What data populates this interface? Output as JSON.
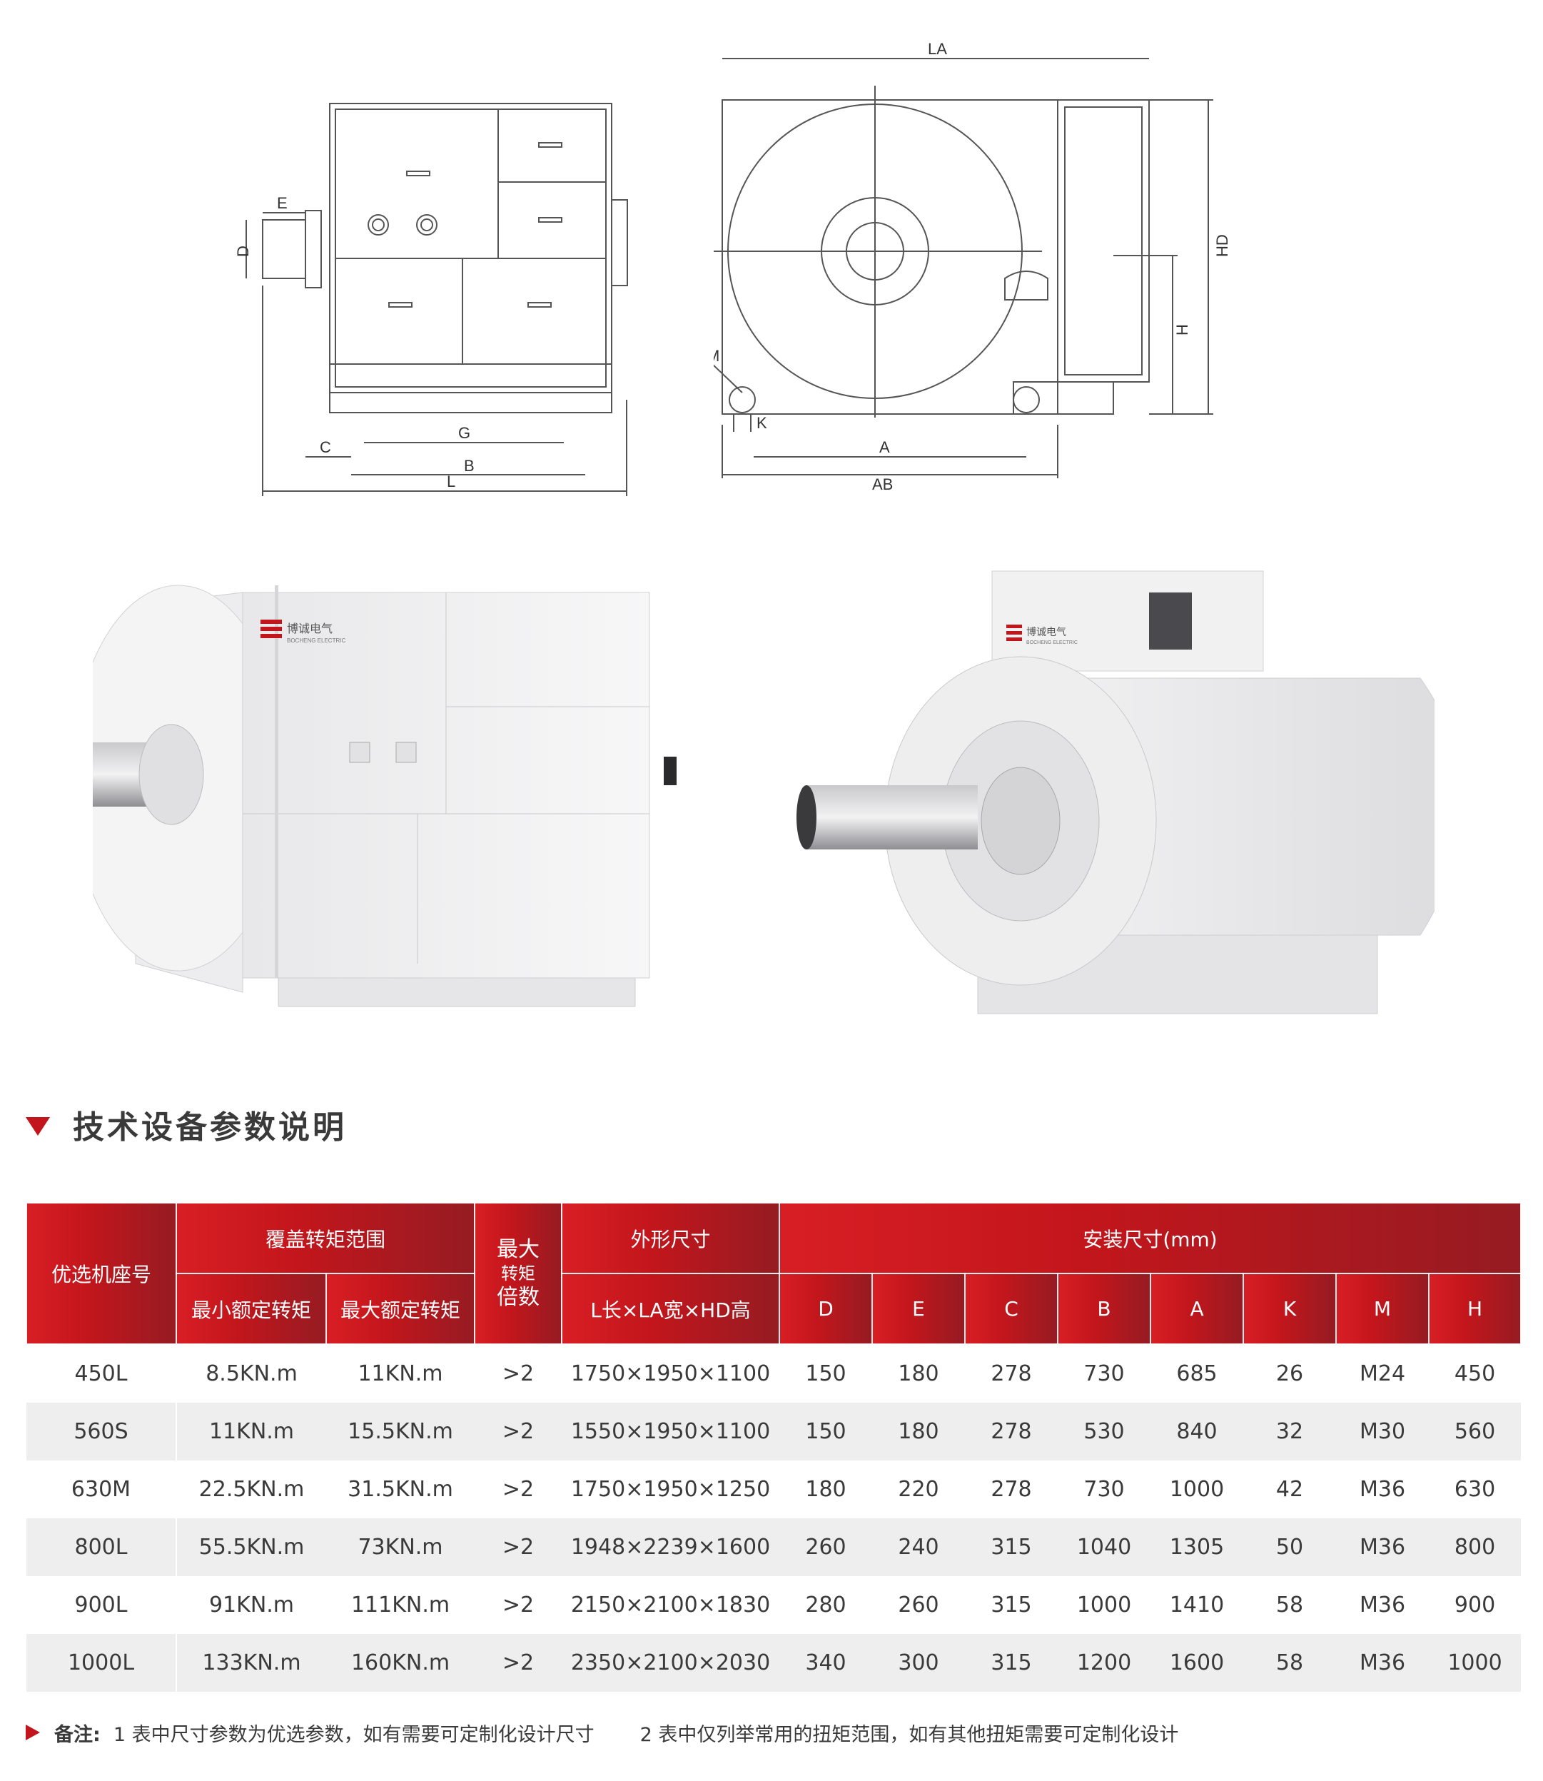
{
  "drawings": {
    "side_labels": {
      "E": "E",
      "D": "D",
      "C": "C",
      "G": "G",
      "B": "B",
      "L": "L"
    },
    "front_labels": {
      "LA": "LA",
      "HD": "HD",
      "H": "H",
      "M": "M",
      "K": "K",
      "A": "A",
      "AB": "AB"
    }
  },
  "brand": {
    "name": "博诚电气",
    "subtitle": "BOCHENG ELECTRIC",
    "color": "#c3161c"
  },
  "section_title": "技术设备参数说明",
  "table": {
    "header": {
      "model": "优选机座号",
      "torque_range": "覆盖转矩范围",
      "min_torque": "最小额定转矩",
      "max_torque": "最大额定转矩",
      "max_ratio_1": "最大",
      "max_ratio_2": "转矩",
      "max_ratio_3": "倍数",
      "outline": "外形尺寸",
      "outline_sub": "L长×LA宽×HD高",
      "install": "安装尺寸(mm)",
      "cols": [
        "D",
        "E",
        "C",
        "B",
        "A",
        "K",
        "M",
        "H"
      ]
    },
    "rows": [
      [
        "450L",
        "8.5KN.m",
        "11KN.m",
        ">2",
        "1750×1950×1100",
        "150",
        "180",
        "278",
        "730",
        "685",
        "26",
        "M24",
        "450"
      ],
      [
        "560S",
        "11KN.m",
        "15.5KN.m",
        ">2",
        "1550×1950×1100",
        "150",
        "180",
        "278",
        "530",
        "840",
        "32",
        "M30",
        "560"
      ],
      [
        "630M",
        "22.5KN.m",
        "31.5KN.m",
        ">2",
        "1750×1950×1250",
        "180",
        "220",
        "278",
        "730",
        "1000",
        "42",
        "M36",
        "630"
      ],
      [
        "800L",
        "55.5KN.m",
        "73KN.m",
        ">2",
        "1948×2239×1600",
        "260",
        "240",
        "315",
        "1040",
        "1305",
        "50",
        "M36",
        "800"
      ],
      [
        "900L",
        "91KN.m",
        "111KN.m",
        ">2",
        "2150×2100×1830",
        "280",
        "260",
        "315",
        "1000",
        "1410",
        "58",
        "M36",
        "900"
      ],
      [
        "1000L",
        "133KN.m",
        "160KN.m",
        ">2",
        "2350×2100×2030",
        "340",
        "300",
        "315",
        "1200",
        "1600",
        "58",
        "M36",
        "1000"
      ]
    ]
  },
  "footnote": {
    "label": "备注:",
    "note1": "1 表中尺寸参数为优选参数，如有需要可定制化设计尺寸",
    "note2": "2 表中仅列举常用的扭矩范围，如有其他扭矩需要可定制化设计"
  }
}
